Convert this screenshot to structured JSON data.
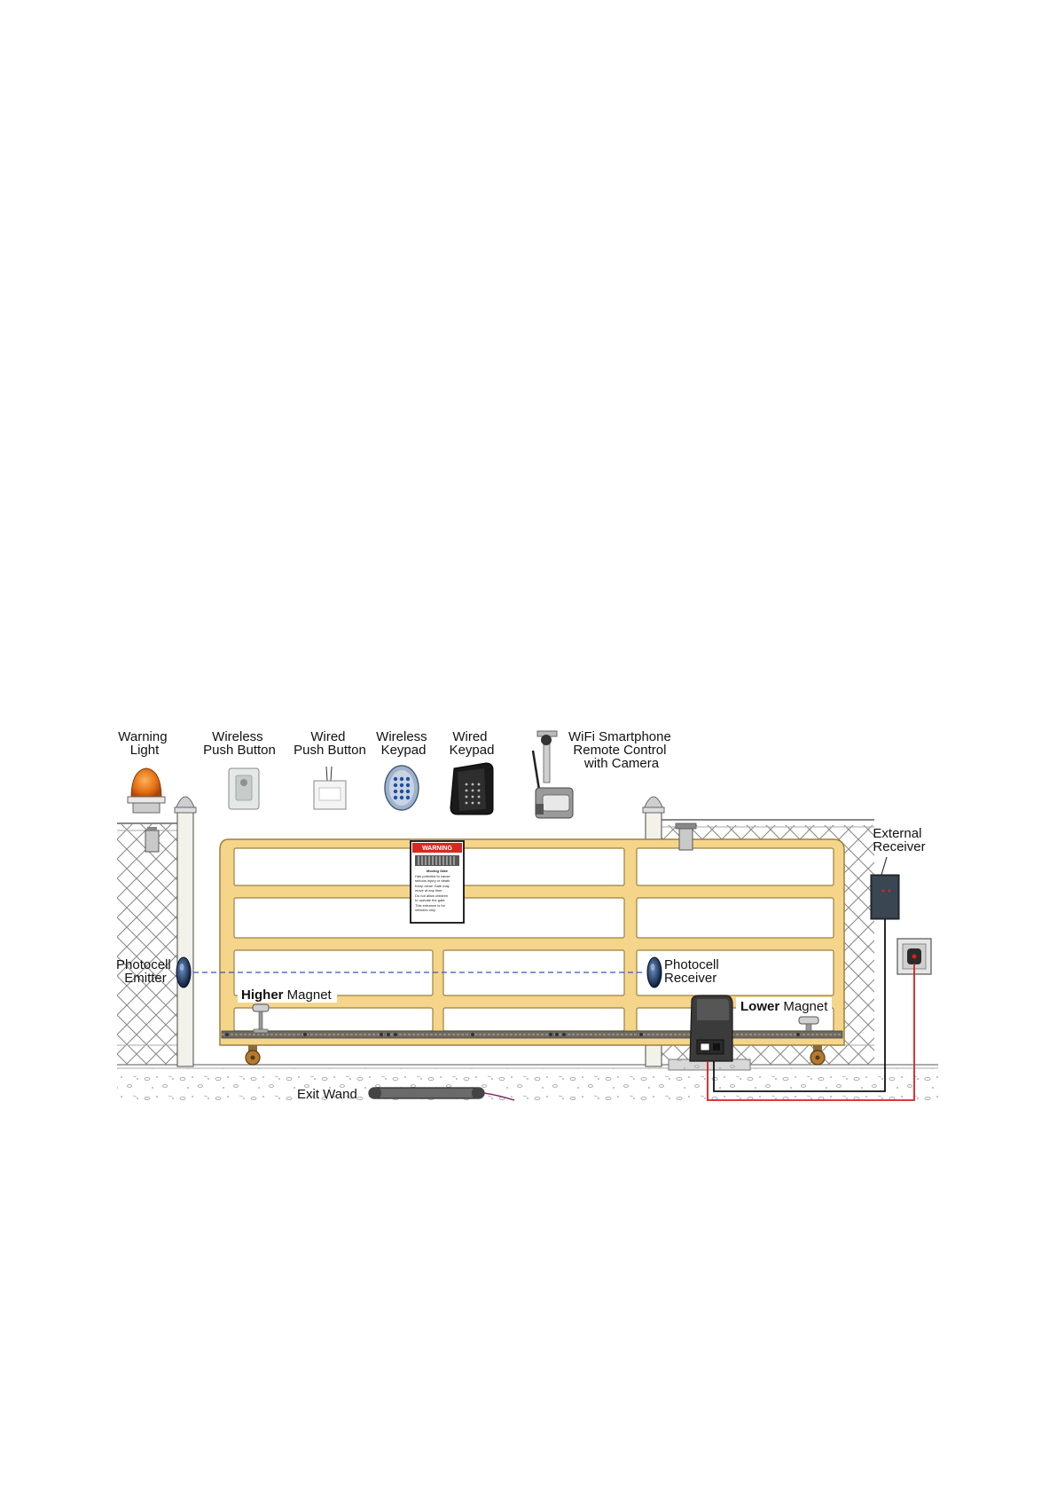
{
  "labels": {
    "warning_light": [
      "Warning",
      "Light"
    ],
    "wireless_push_button": [
      "Wireless",
      "Push Button"
    ],
    "wired_push_button": [
      "Wired",
      "Push Button"
    ],
    "wireless_keypad": [
      "Wireless",
      "Keypad"
    ],
    "wired_keypad": [
      "Wired",
      "Keypad"
    ],
    "wifi_remote": [
      "WiFi Smartphone",
      "Remote Control",
      "with Camera"
    ],
    "external_receiver": [
      "External",
      "Receiver"
    ],
    "photocell_emitter": [
      "Photocell",
      "Emitter"
    ],
    "photocell_receiver": [
      "Photocell",
      "Receiver"
    ],
    "higher_magnet": {
      "bold": "Higher",
      "rest": " Magnet"
    },
    "lower_magnet": {
      "bold": "Lower",
      "rest": " Magnet"
    },
    "exit_wand": "Exit Wand"
  },
  "sign": {
    "header": "WARNING",
    "title": "Moving Gate",
    "lines": [
      "Has potential to cause",
      "serious injury or death",
      "Keep clear! Gate may",
      "move at any time",
      "Do not allow children",
      "to operate the gate",
      "This entrance is for",
      "vehicles only"
    ]
  },
  "colors": {
    "gate": "#f4d58a",
    "gate_edge": "#9c8040",
    "warning_red": "#d42a1f",
    "wire_red": "#d81e1e",
    "beam": "#3a52c8",
    "motor": "#3b3b3b",
    "receiver": "#2f3a44"
  }
}
